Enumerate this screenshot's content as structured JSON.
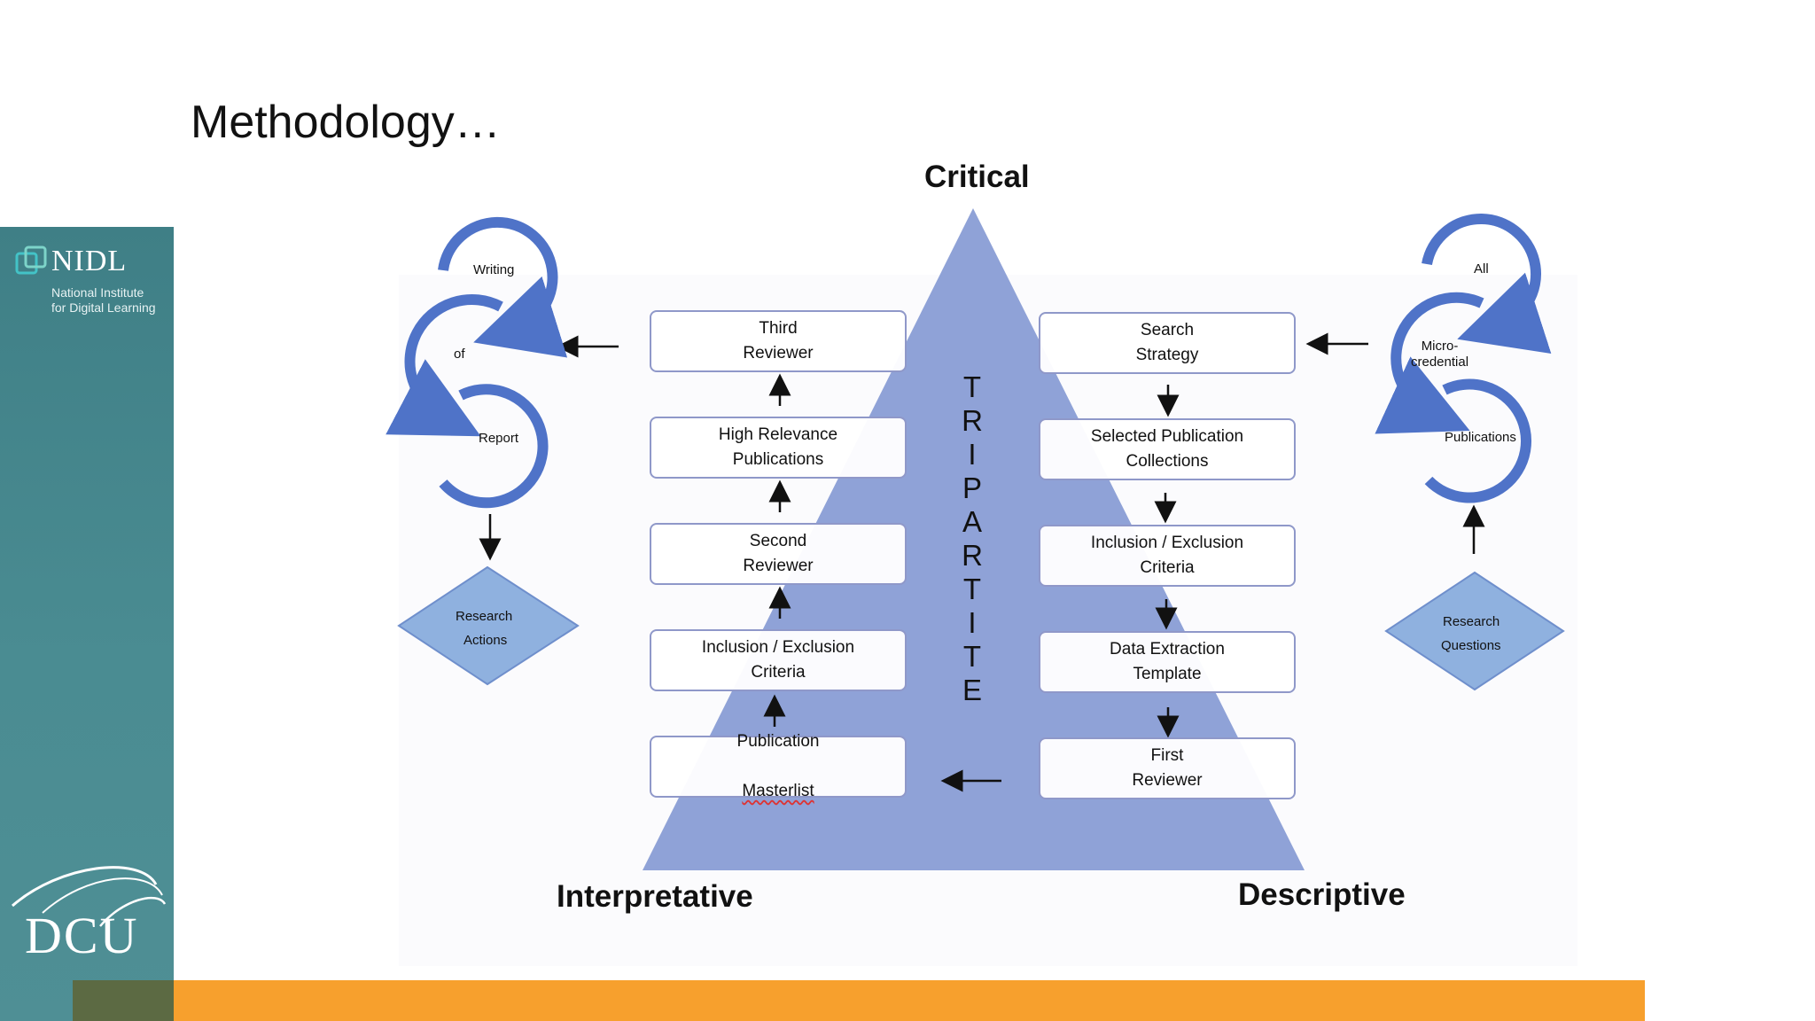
{
  "title": "Methodology…",
  "sidebar": {
    "nidl_name": "NIDL",
    "nidl_line1": "National Institute",
    "nidl_line2": "for Digital Learning",
    "dcu_text": "DCU"
  },
  "diagram": {
    "top_label": "Critical",
    "bottom_left_label": "Interpretative",
    "bottom_right_label": "Descriptive",
    "tripartite_letters": [
      "T",
      "R",
      "I",
      "P",
      "A",
      "R",
      "T",
      "I",
      "T",
      "E"
    ],
    "left_column": [
      {
        "text": "Third\nReviewer"
      },
      {
        "text": "High Relevance\nPublications"
      },
      {
        "text": "Second\nReviewer"
      },
      {
        "text": "Inclusion / Exclusion\nCriteria"
      },
      {
        "line1": "Publication",
        "line2": "Masterlist"
      }
    ],
    "right_column": [
      {
        "text": "Search\nStrategy"
      },
      {
        "text": "Selected Publication\nCollections"
      },
      {
        "text": "Inclusion / Exclusion\nCriteria"
      },
      {
        "text": "Data Extraction\nTemplate"
      },
      {
        "text": "First\nReviewer"
      }
    ],
    "left_cycle": [
      "Writing",
      "of",
      "Report"
    ],
    "right_cycle": [
      "All",
      "Micro-\ncredential",
      "Publications"
    ],
    "left_diamond": [
      "Research",
      "Actions"
    ],
    "right_diamond": [
      "Research",
      "Questions"
    ]
  },
  "colors": {
    "triangle": "#8fa2d7",
    "cycle": "#4f73c8",
    "diamond": "#8fb1df",
    "sidebar": "#4a8c92",
    "bottom_bar": "#f7a02d"
  }
}
